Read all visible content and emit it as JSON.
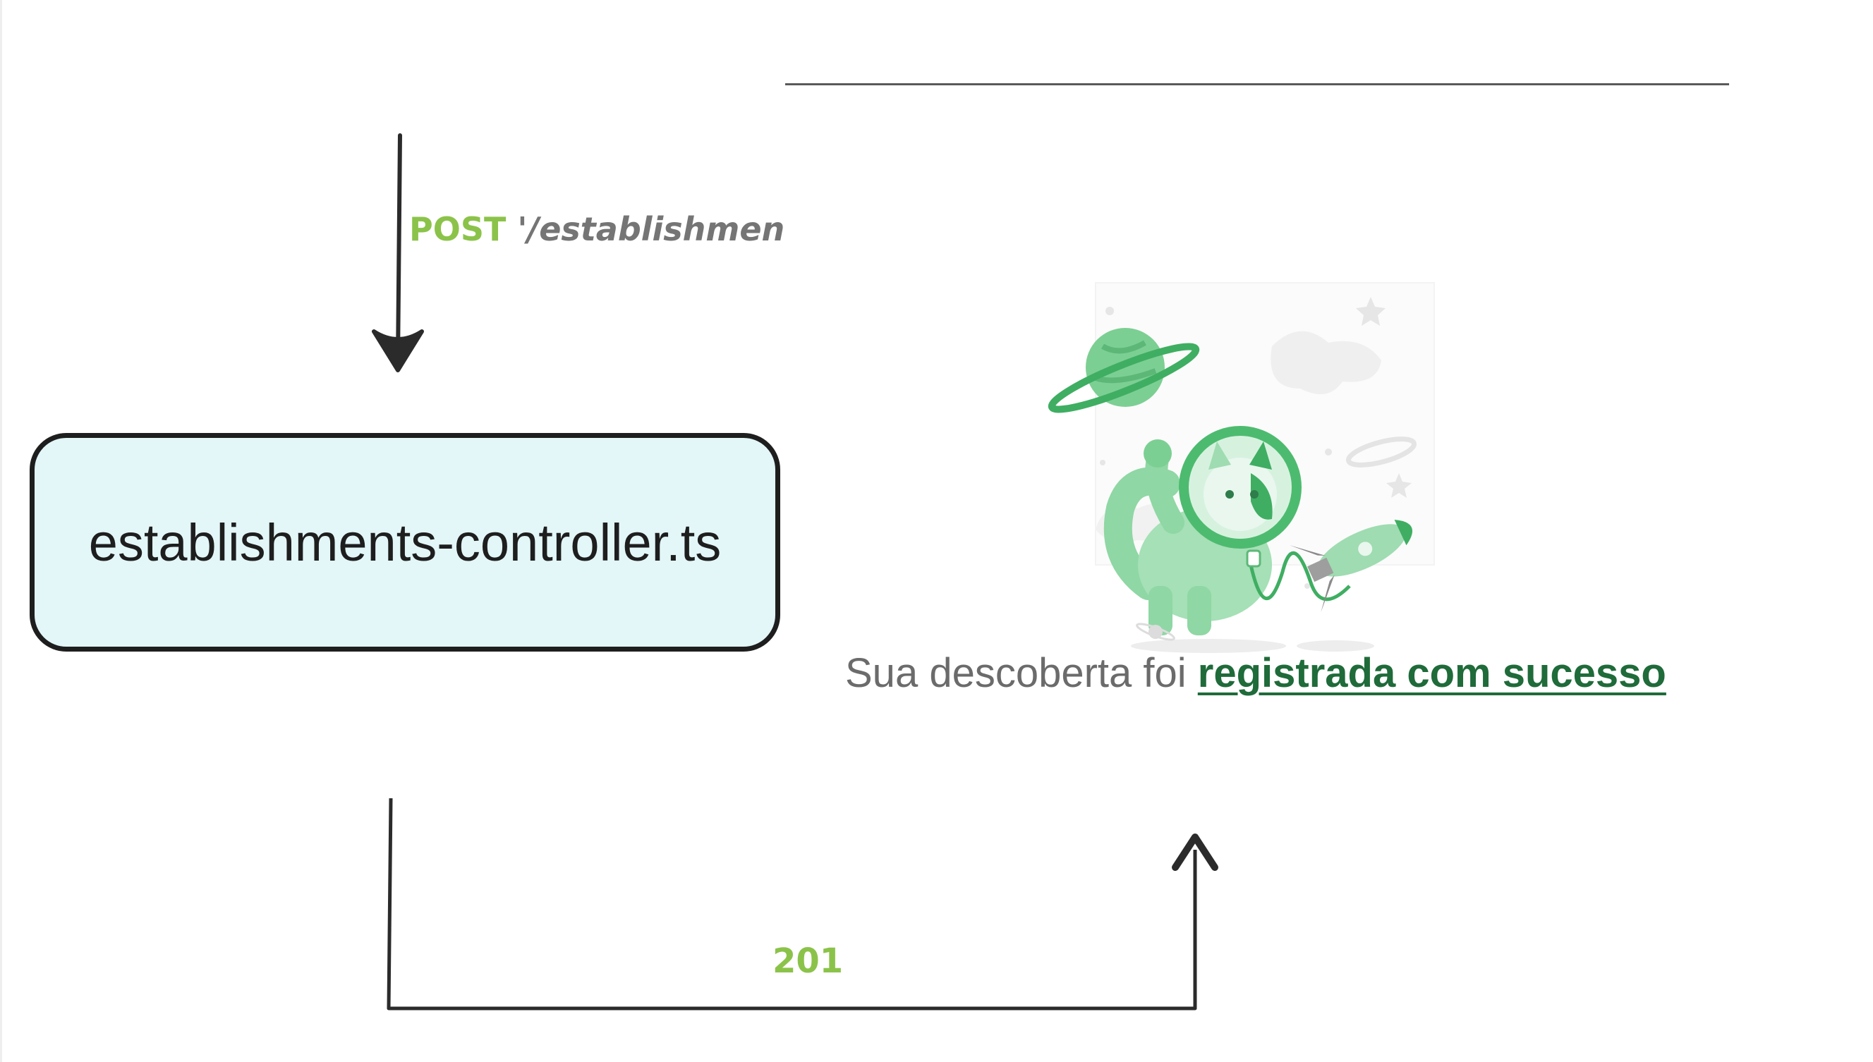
{
  "request": {
    "method": "POST",
    "path": "'/establishments'"
  },
  "controller": {
    "label": "establishments-controller.ts"
  },
  "response": {
    "status": "201"
  },
  "screenshot": {
    "message_prefix": "Sua descoberta foi",
    "message_link": "registrada com sucesso"
  },
  "colors": {
    "accent_green": "#8bc34a",
    "path_gray": "#757575",
    "box_fill": "#e3f6f8",
    "box_border": "#1e1e1e",
    "connector": "#2b2b2b",
    "link_green": "#1f6b3a",
    "illustration_green": "#4caf6e"
  },
  "icons": {
    "illustration": "astronaut-cat-illustration",
    "planet": "planet-icon",
    "rocket": "rocket-icon"
  }
}
